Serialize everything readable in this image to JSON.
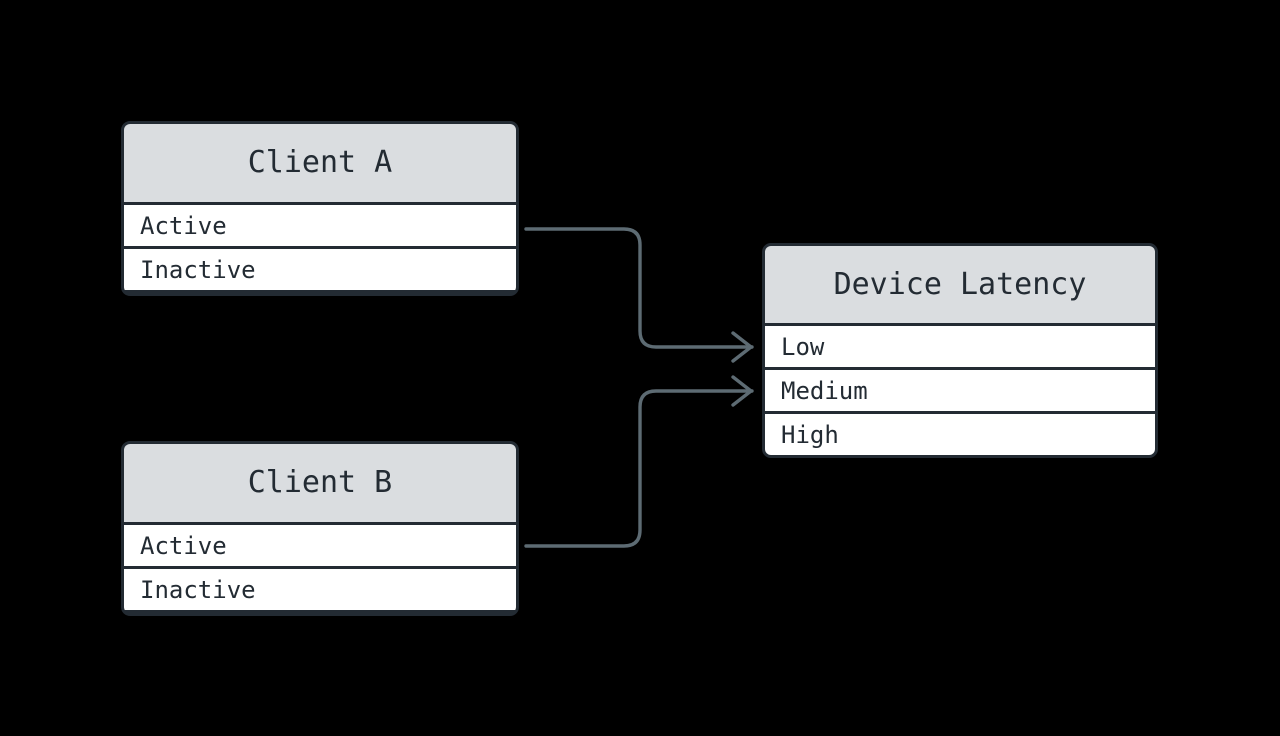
{
  "diagram": {
    "type": "entity-relationship",
    "background_color": "#000000",
    "theme": {
      "border_color": "#232b33",
      "header_fill": "#dadde0",
      "row_fill": "#ffffff",
      "text_color": "#232b33",
      "edge_color": "#5d6b73"
    },
    "entities": [
      {
        "id": "client-a",
        "title": "Client A",
        "rows": [
          {
            "label": "Active"
          },
          {
            "label": "Inactive"
          }
        ]
      },
      {
        "id": "client-b",
        "title": "Client B",
        "rows": [
          {
            "label": "Active"
          },
          {
            "label": "Inactive"
          }
        ]
      },
      {
        "id": "device-latency",
        "title": "Device Latency",
        "rows": [
          {
            "label": "Low"
          },
          {
            "label": "Medium"
          },
          {
            "label": "High"
          }
        ]
      }
    ],
    "edges": [
      {
        "id": "client-a-active-to-device-latency-low",
        "from_entity": "Client A",
        "from_row": "Active",
        "to_entity": "Device Latency",
        "to_row": "Low",
        "arrowhead": "open-arrow"
      },
      {
        "id": "client-b-active-to-device-latency-medium",
        "from_entity": "Client B",
        "from_row": "Active",
        "to_entity": "Device Latency",
        "to_row": "Medium",
        "arrowhead": "open-arrow"
      }
    ]
  }
}
